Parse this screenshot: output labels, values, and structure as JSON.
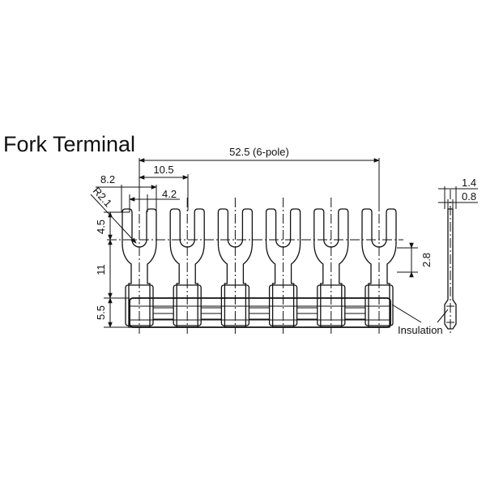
{
  "title": "Fork Terminal",
  "dimensions": {
    "overall_length": "52.5 (6-pole)",
    "pitch": "10.5",
    "fork_width": "8.2",
    "slot_width": "4.2",
    "radius": "R2.1",
    "fork_depth": "4.5",
    "body_height": "11",
    "insulation_height": "5.5",
    "tab_height": "2.8",
    "thickness_total": "1.4",
    "thickness_metal": "0.8"
  },
  "labels": {
    "insulation": "Insulation"
  },
  "terminal_count": 6
}
